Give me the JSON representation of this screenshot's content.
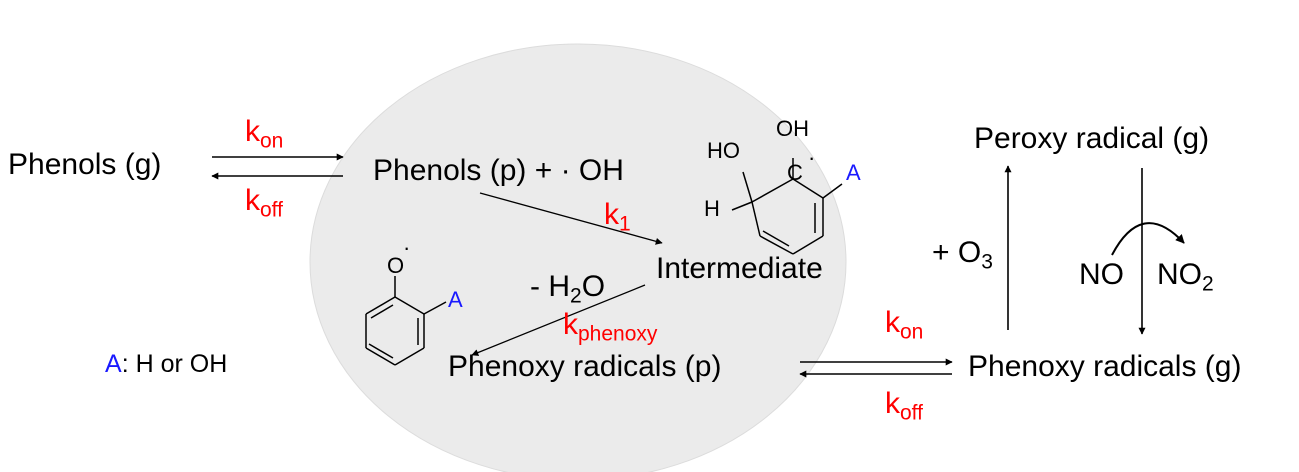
{
  "colors": {
    "rate_constant": "#ff0000",
    "substituent": "#1a1aff",
    "particle_fill": "#ebebeb",
    "text": "#000000"
  },
  "species": {
    "phenols_gas": "Phenols (g)",
    "phenols_particle": "Phenols (p) + · OH",
    "intermediate": "Intermediate",
    "phenoxy_particle": "Phenoxy radicals (p)",
    "phenoxy_gas": "Phenoxy radicals (g)",
    "peroxy_gas": "Peroxy radical (g)"
  },
  "rates": {
    "k_symbol": "k",
    "on": "on",
    "off": "off",
    "k1_sub": "1",
    "phenoxy": "phenoxy"
  },
  "reagents": {
    "water_loss_prefix": "- H",
    "water_loss_sub": "2",
    "water_loss_suffix": "O",
    "ozone_prefix": "+ O",
    "ozone_sub": "3",
    "no": "NO",
    "no2_prefix": "NO",
    "no2_sub": "2"
  },
  "legend": {
    "symbol": "A",
    "text": ": H or OH"
  },
  "structures": {
    "intermediate_oh_top": "OH",
    "intermediate_ho": "HO",
    "intermediate_h": "H",
    "intermediate_c": "C",
    "radical_dot": "·",
    "substituent": "A",
    "phenoxy_o": "O"
  }
}
